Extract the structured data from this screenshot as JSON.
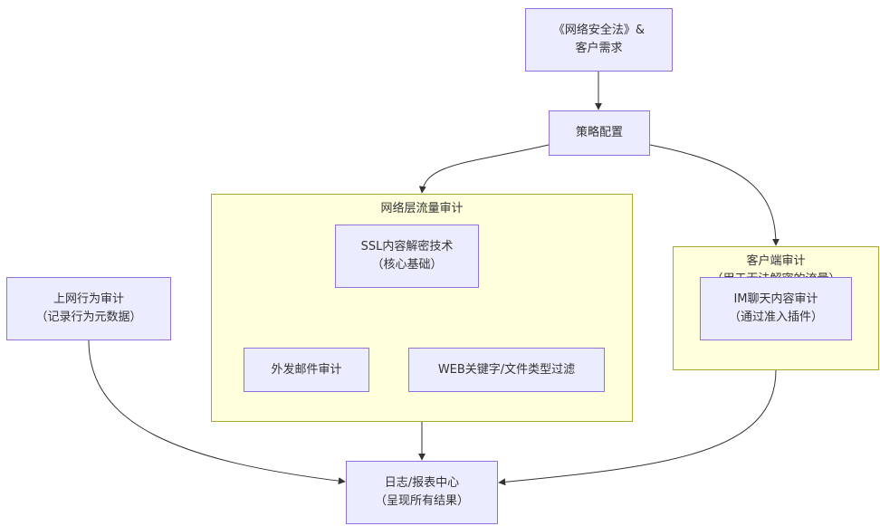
{
  "diagram": {
    "nodes": {
      "law": {
        "line1": "《网络安全法》&",
        "line2": "客户需求"
      },
      "policy": {
        "line1": "策略配置"
      },
      "ssl": {
        "line1": "SSL内容解密技术",
        "line2": "（核心基础）"
      },
      "email": {
        "line1": "外发邮件审计"
      },
      "web": {
        "line1": "WEB关键字/文件类型过滤"
      },
      "internet": {
        "line1": "上网行为审计",
        "line2": "（记录行为元数据）"
      },
      "im": {
        "line1": "IM聊天内容审计",
        "line2": "（通过准入插件）"
      },
      "log": {
        "line1": "日志/报表中心",
        "line2": "（呈现所有结果）"
      }
    },
    "clusters": {
      "network": {
        "title": "网络层流量审计"
      },
      "client": {
        "title": "客户端审计",
        "subtitle": "（用于无法解密的流量）"
      }
    }
  }
}
